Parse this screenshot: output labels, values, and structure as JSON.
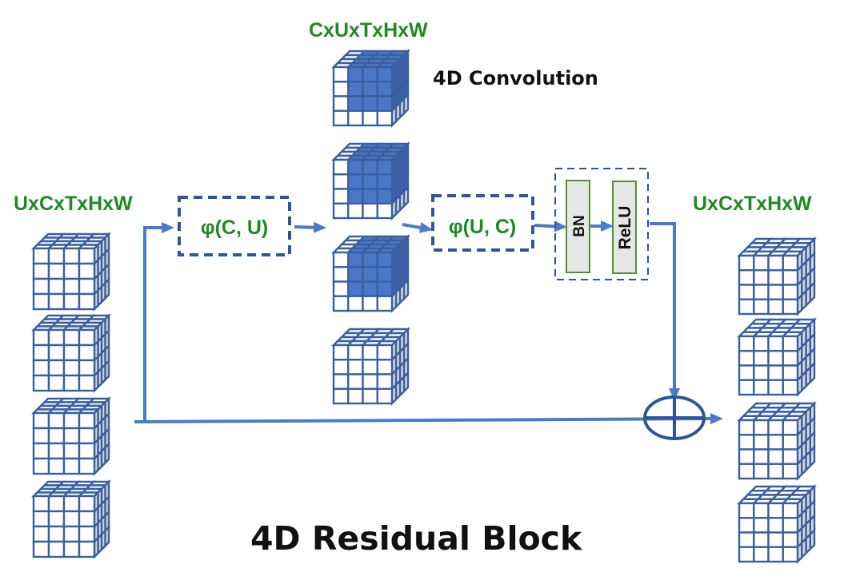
{
  "diagram": {
    "title": "4D Residual Block",
    "annotation": "4D Convolution",
    "colors": {
      "dimension_label": "#1f8a22",
      "cube_stroke": "#3a5fa0",
      "cube_fill_active": "#4a78c8",
      "arrow": "#4a7bc8",
      "dashed_box": "#2f5597",
      "norm_box_stroke": "#5a8a3a",
      "norm_box_fill": "#e6e6e6"
    },
    "input": {
      "shape_label": "UxCxTxHxW",
      "cube_count": 4
    },
    "conv_stage": {
      "shape_label": "CxUxTxHxW",
      "cube_count": 4,
      "highlighted_cubes": [
        true,
        true,
        true,
        false
      ]
    },
    "output": {
      "shape_label": "UxCxTxHxW",
      "cube_count": 4
    },
    "ops": {
      "reshape_in": "φ(C, U)",
      "reshape_out": "φ(U, C)",
      "batch_norm": "BN",
      "activation": "ReLU"
    },
    "merge_icon": "add-circle-icon"
  }
}
